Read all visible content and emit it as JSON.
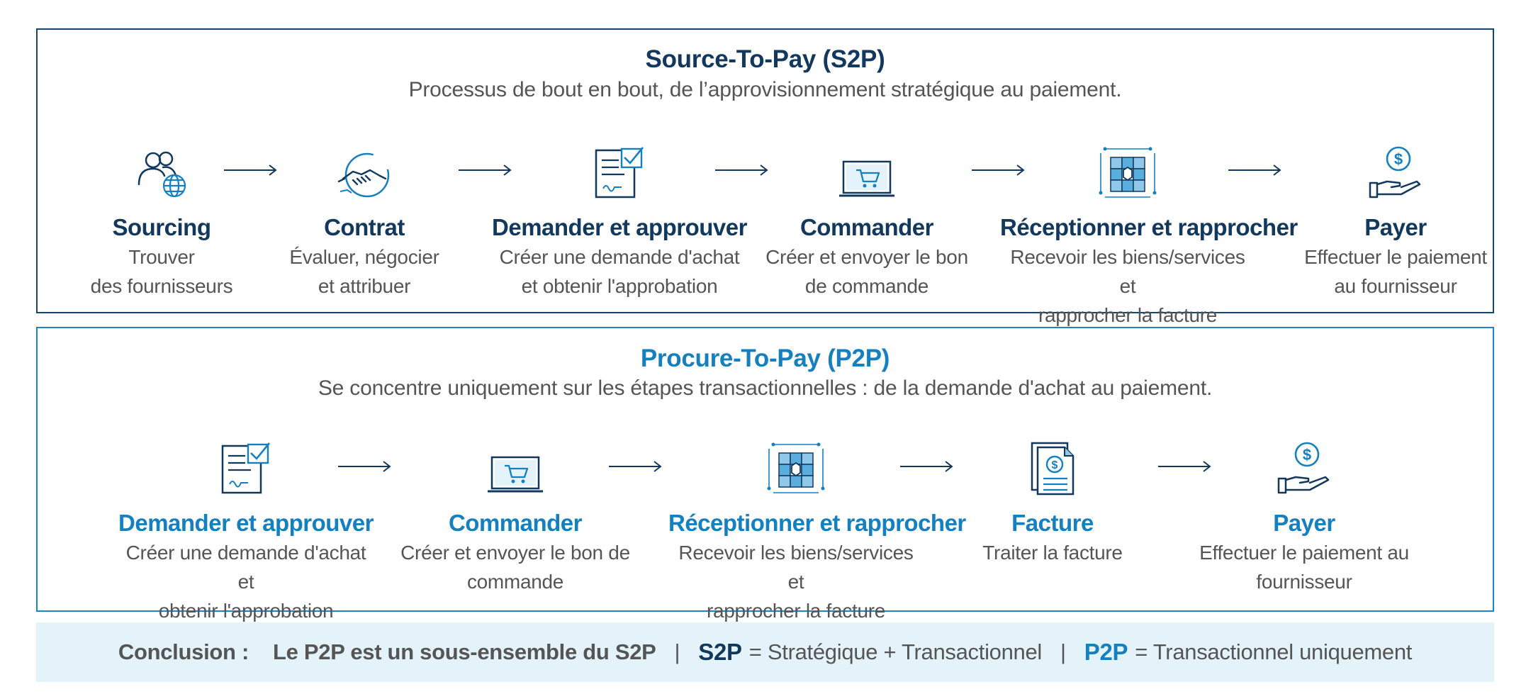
{
  "colors": {
    "dark_blue": "#12385e",
    "light_blue": "#1580bf",
    "text_gray": "#555555",
    "conclusion_bg": "#e4f3fa"
  },
  "s2p": {
    "title": "Source-To-Pay (S2P)",
    "subtitle": "Processus de bout en bout, de l’approvisionnement stratégique au paiement.",
    "steps": [
      {
        "icon": "sourcing-people-globe-icon",
        "name": "Sourcing",
        "desc": "Trouver\ndes fournisseurs"
      },
      {
        "icon": "handshake-icon",
        "name": "Contrat",
        "desc": "Évaluer, négocier\net attribuer"
      },
      {
        "icon": "document-check-icon",
        "name": "Demander et approuver",
        "desc": "Créer une demande d'achat\net obtenir l'approbation"
      },
      {
        "icon": "laptop-cart-icon",
        "name": "Commander",
        "desc": "Créer et envoyer le bon\nde commande"
      },
      {
        "icon": "boxes-network-icon",
        "name": "Réceptionner et rapprocher",
        "desc": "Recevoir les biens/services et\nrapprocher la facture"
      },
      {
        "icon": "hand-dollar-icon",
        "name": "Payer",
        "desc": "Effectuer le paiement\nau fournisseur"
      }
    ]
  },
  "p2p": {
    "title": "Procure-To-Pay (P2P)",
    "subtitle": "Se concentre uniquement sur les étapes transactionnelles : de la demande d'achat au paiement.",
    "steps": [
      {
        "icon": "document-check-icon",
        "name": "Demander et approuver",
        "desc": "Créer une demande d'achat et\nobtenir l'approbation"
      },
      {
        "icon": "laptop-cart-icon",
        "name": "Commander",
        "desc": "Créer et envoyer le bon de\ncommande"
      },
      {
        "icon": "boxes-network-icon",
        "name": "Réceptionner et rapprocher",
        "desc": "Recevoir les biens/services et\nrapprocher la facture"
      },
      {
        "icon": "invoice-dollar-icon",
        "name": "Facture",
        "desc": "Traiter la facture"
      },
      {
        "icon": "hand-dollar-icon",
        "name": "Payer",
        "desc": "Effectuer le paiement au\nfournisseur"
      }
    ]
  },
  "conclusion": {
    "label": "Conclusion :",
    "statement": "Le P2P est un sous-ensemble du S2P",
    "sep": "|",
    "s2p_abbr": "S2P",
    "s2p_def": "= Stratégique + Transactionnel",
    "p2p_abbr": "P2P",
    "p2p_def": "= Transactionnel uniquement"
  }
}
